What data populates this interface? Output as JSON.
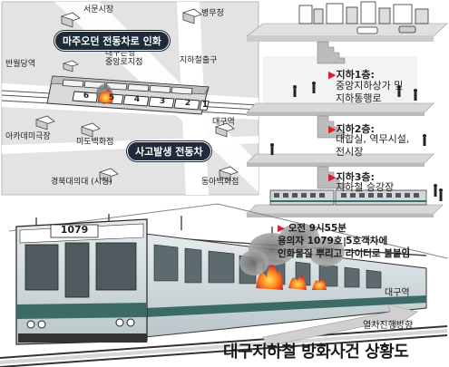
{
  "map": {
    "landmarks": {
      "seomun": "서문시장",
      "byeongmu": "병무청",
      "banwoldang": "반월당역",
      "daegu_bank": "대구은행\n중앙로지점",
      "exit": "지하철출구",
      "academy": "아카데미극장",
      "mido": "미도백화점",
      "daegu_station": "대구역",
      "kyungpook": "경북대의대 (시청)",
      "donga": "동아백화점"
    },
    "labels": {
      "oncoming_train": "마주오던 전동차로 인화",
      "incident_train": "사고발생 전동차"
    },
    "car_numbers": [
      "6",
      "5",
      "4",
      "3",
      "2",
      "1"
    ]
  },
  "floors": [
    {
      "title": "지하1층:",
      "desc": "중앙지하상가 및\n지하통행로"
    },
    {
      "title": "지하2층:",
      "desc": "대합실, 역무시설,\n전시장"
    },
    {
      "title": "지하3층:",
      "desc": "지하철 승강장"
    }
  ],
  "train": {
    "number": "1079",
    "note_lines": [
      "오전 9시55분",
      "용의자 1079호 5호객차에",
      "인화물질 뿌리고 라이터로 불붙임"
    ],
    "direction_label": "대구역",
    "direction_caption": "열차진행방향"
  },
  "title": "대구지하철 방화사건 상황도",
  "colors": {
    "map_bg": "#e3e3e3",
    "road": "#ffffff",
    "fire": "#e85a1a",
    "smoke": "#8a8a8a",
    "train_body": "#cfd9dc",
    "train_stripe": "#3c6b67",
    "pill": "#1f2b3a",
    "accent_red": "#d8202a"
  }
}
